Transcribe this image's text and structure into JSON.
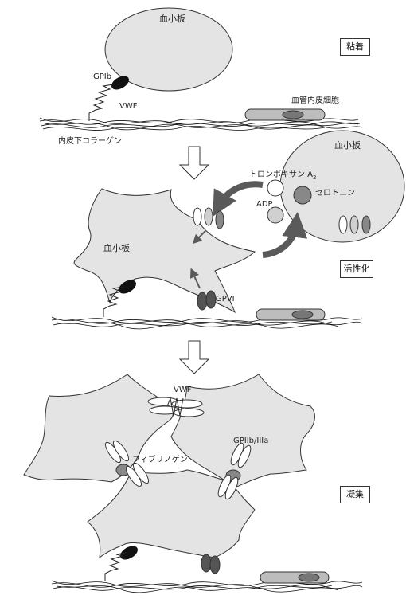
{
  "stages": {
    "adhesion": "粘着",
    "activation": "活性化",
    "aggregation": "凝集"
  },
  "labels": {
    "platelet_top": "血小板",
    "gpib": "GPIb",
    "vwf_top": "VWF",
    "endothelial_cell": "血管内皮細胞",
    "subendothelial_collagen": "内皮下コラーゲン",
    "platelet_activating_source": "血小板",
    "thromboxane": "トロンボキサン A",
    "thromboxane_subscript": "2",
    "adp": "ADP",
    "serotonin": "セロトニン",
    "platelet_middle": "血小板",
    "gpvi": "GPVI",
    "vwf_bottom": "VWF",
    "gpiib_iiia": "GPIIb/IIIa",
    "fibrinogen": "フィブリノゲン"
  },
  "colors": {
    "platelet_fill": "#e4e4e4",
    "outline": "#333333",
    "arrow": "#5a5a5a",
    "receptor_dark": "#555555",
    "receptor_black": "#111111"
  }
}
